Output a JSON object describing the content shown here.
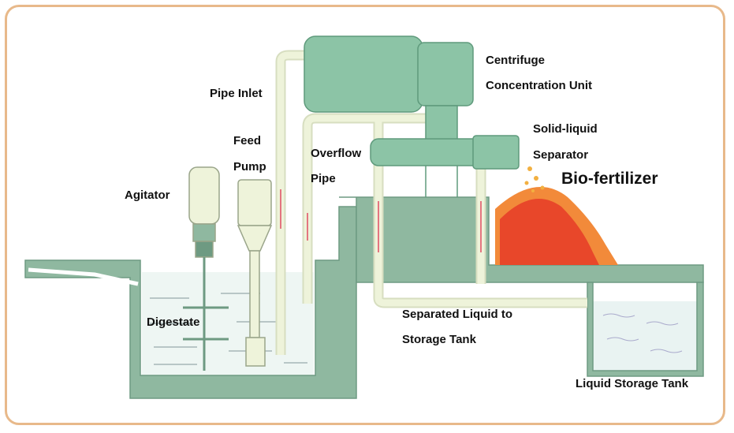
{
  "labels": {
    "centrifuge_line1": "Centrifuge",
    "centrifuge_line2": "Concentration Unit",
    "pipe_inlet": "Pipe Inlet",
    "feed_line1": "Feed",
    "feed_line2": "Pump",
    "overflow_line1": "Overflow",
    "overflow_line2": "Pipe",
    "separator_line1": "Solid-liquid",
    "separator_line2": "Separator",
    "bio_fertilizer": "Bio-fertilizer",
    "agitator": "Agitator",
    "digestate": "Digestate",
    "separated_line1": "Separated Liquid to",
    "separated_line2": "Storage Tank",
    "liquid_storage_tank": "Liquid Storage Tank"
  },
  "colors": {
    "frame": "#e8b98a",
    "concrete": "#8fb8a0",
    "pipe": "#eef3da",
    "machine": "#8cc4a6",
    "fertilizer_outer": "#f28a3a",
    "fertilizer_inner": "#e8472a",
    "water": "#e9f3f2"
  }
}
